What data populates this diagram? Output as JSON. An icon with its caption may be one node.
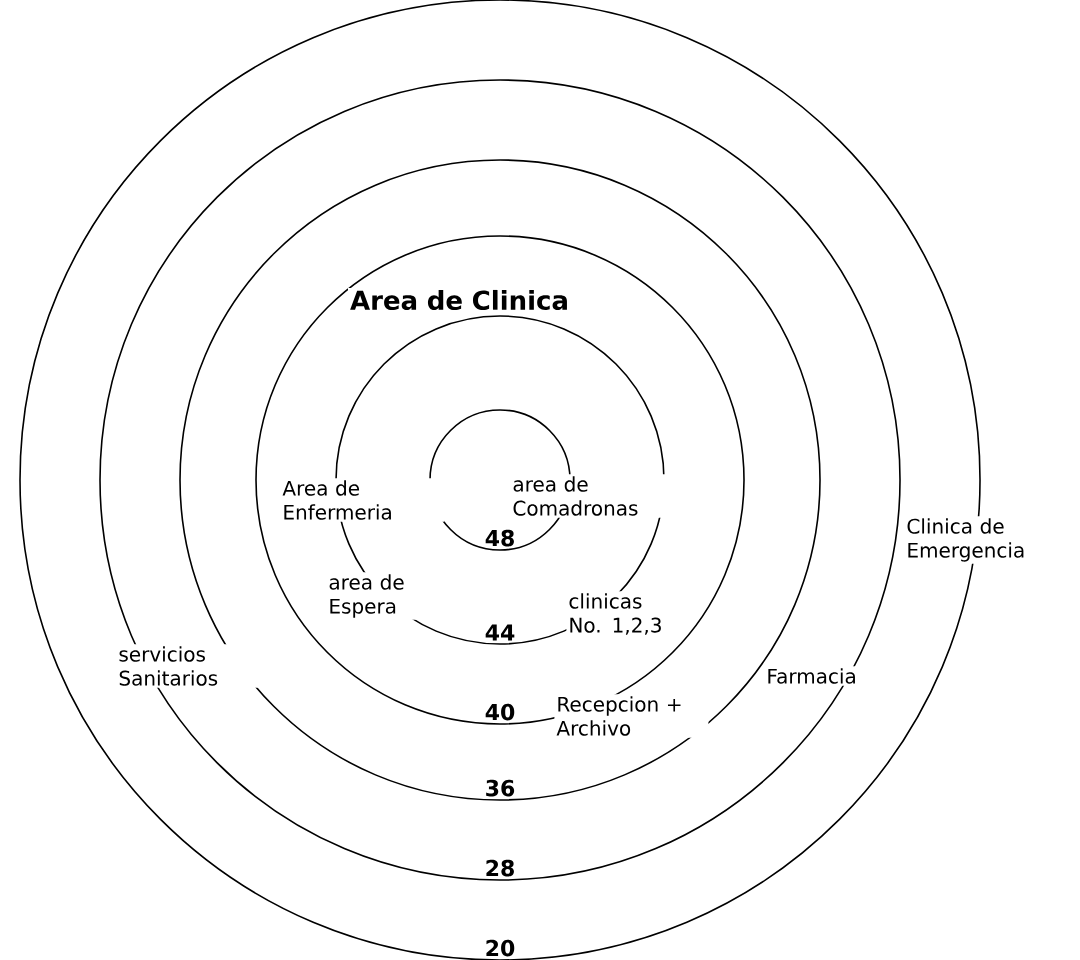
{
  "diagram": {
    "nodes": [
      {
        "text": [
          "20"
        ]
      },
      {
        "text": [
          "28"
        ],
        "in": 0
      },
      {
        "text": [
          "36"
        ],
        "in": 1
      },
      {
        "text": [
          "40"
        ],
        "in": 2
      },
      {
        "text": [
          "44"
        ],
        "in": 3
      },
      {
        "text": [
          "48"
        ],
        "in": 4
      }
    ],
    "labels": [
      "Area de Clinica",
      "Area de Enfermeria",
      "area de Comadronas",
      "Clinica de Emergencia",
      "area de Espera",
      "clinicas No. 1,2,3",
      "servicios Sanitarios",
      "Farmacia",
      "Recepcion + Archivo"
    ]
  }
}
